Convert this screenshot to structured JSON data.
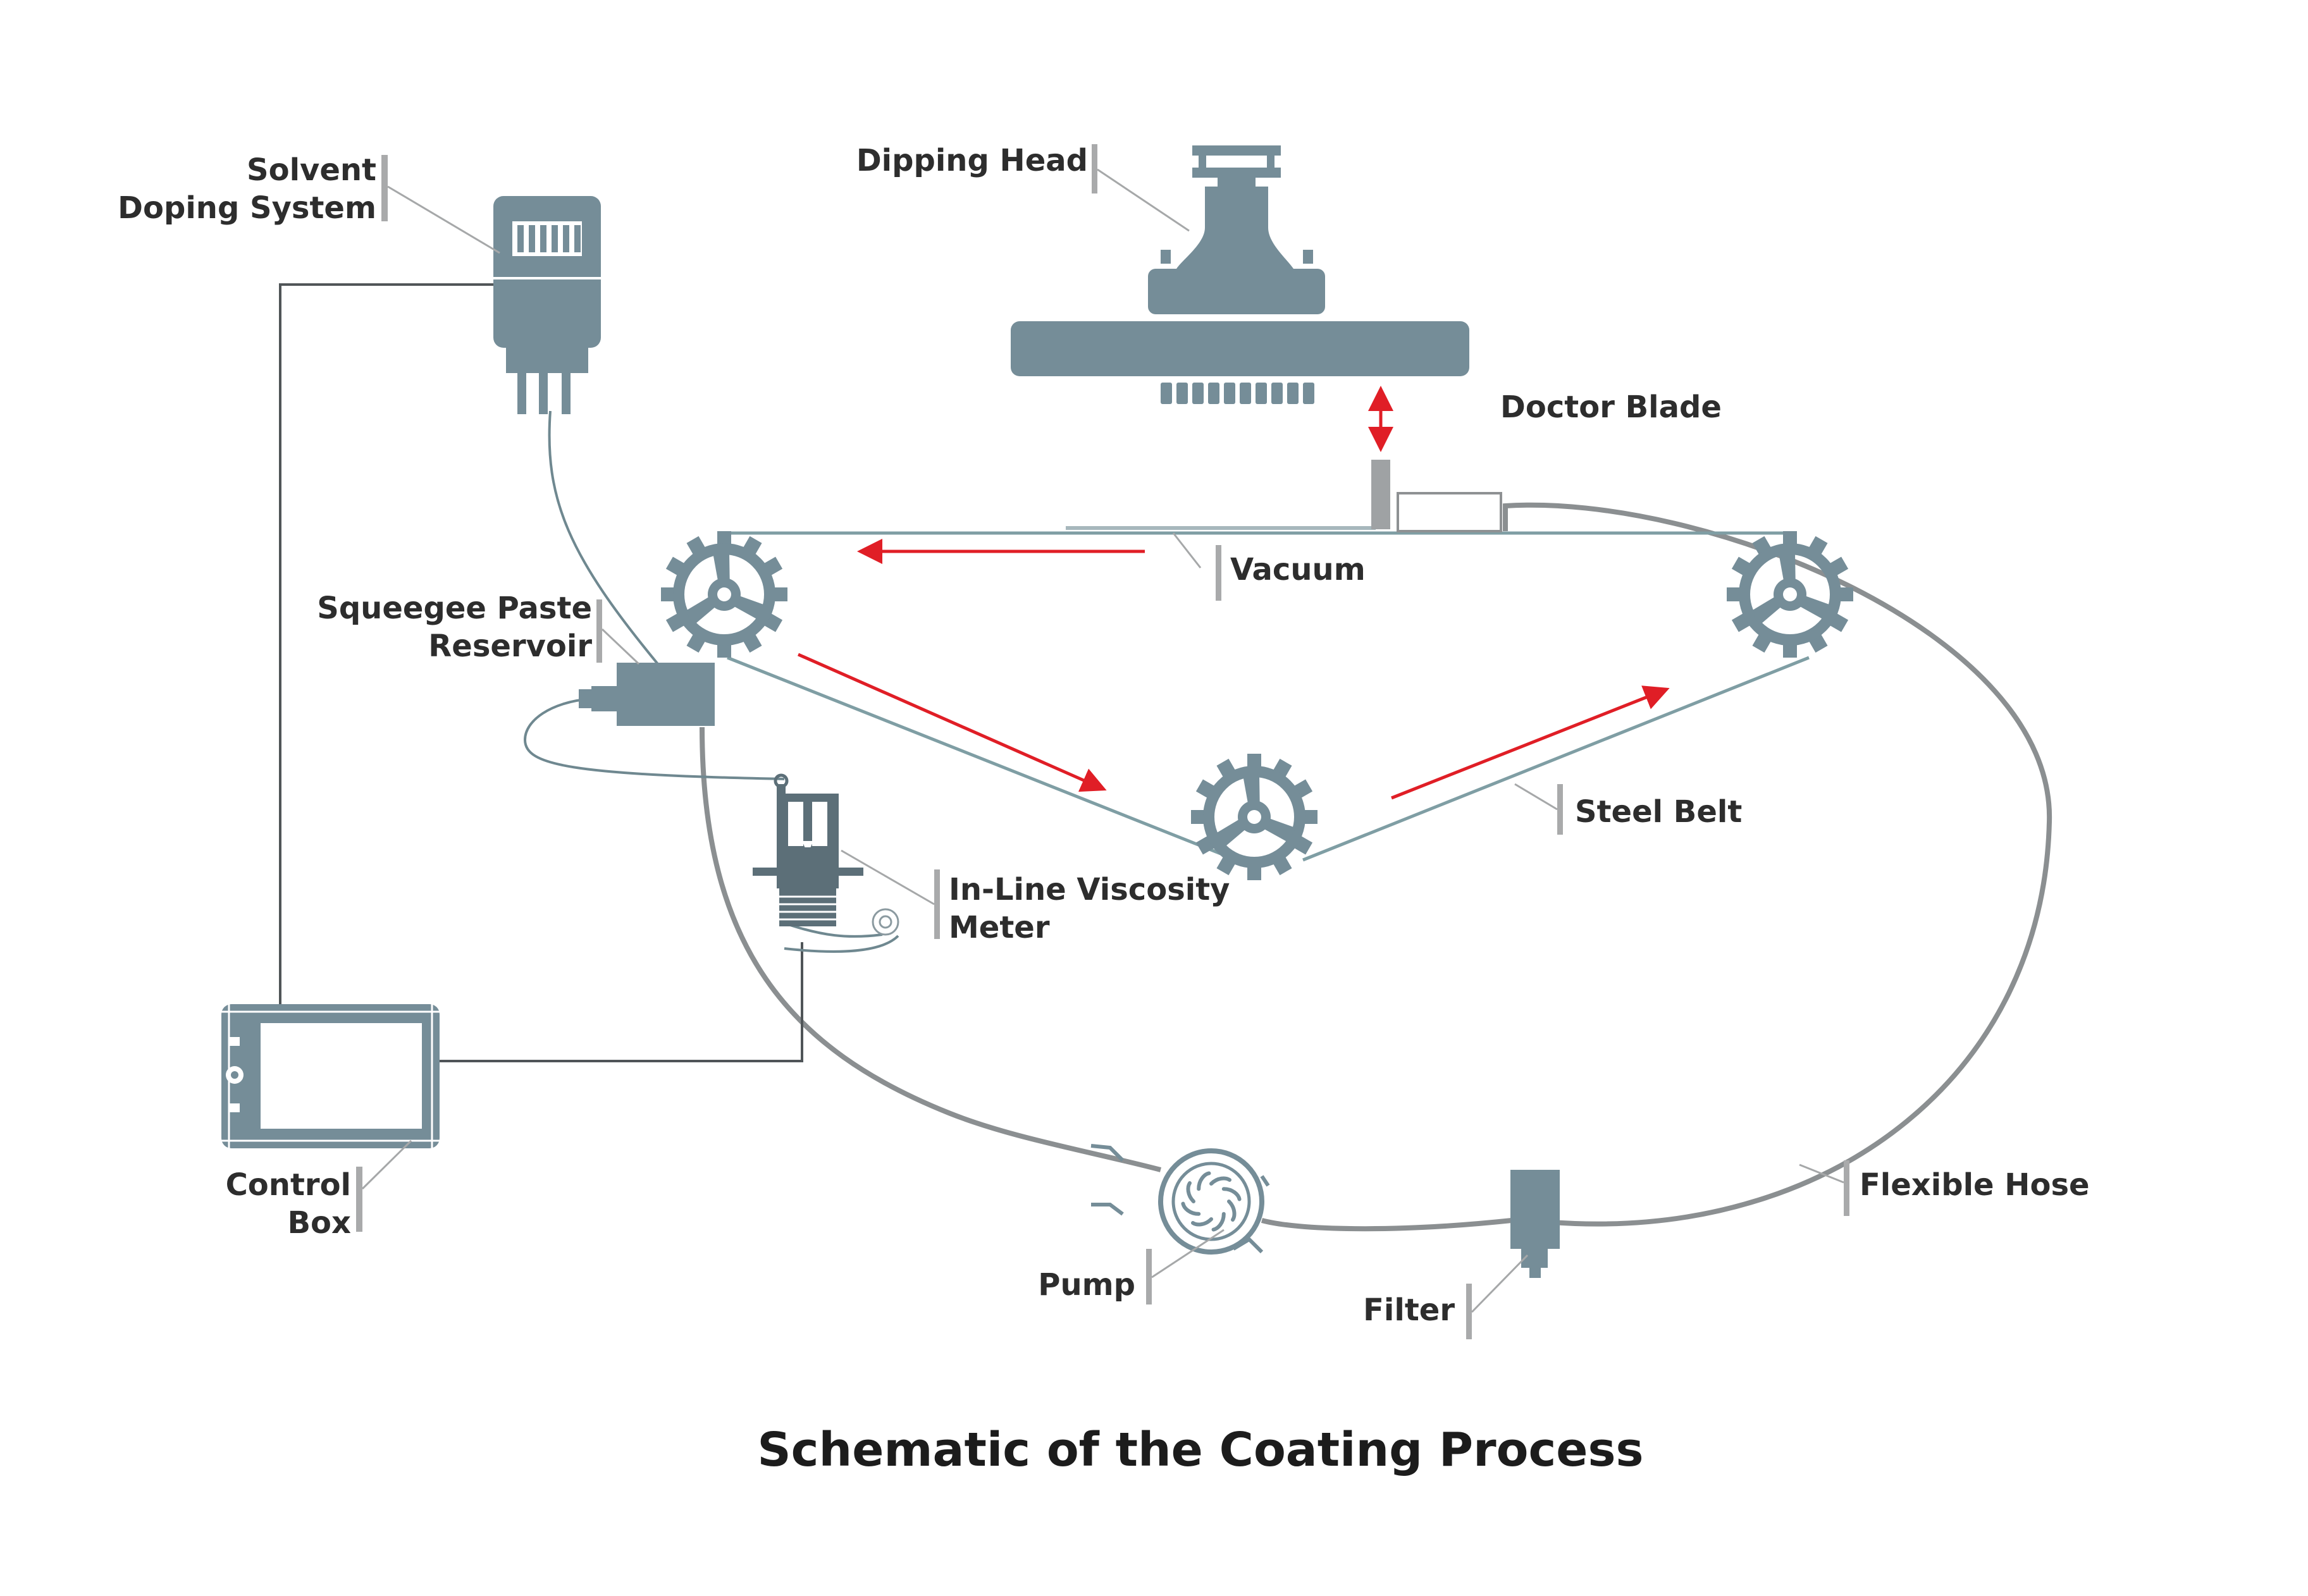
{
  "title": "Schematic of the Coating Process",
  "labels": {
    "solvent_line1": "Solvent",
    "solvent_line2": "Doping System",
    "dipping_head": "Dipping Head",
    "doctor_blade": "Doctor Blade",
    "vacuum": "Vacuum",
    "squeegee_line1": "Squeegee Paste",
    "squeegee_line2": "Reservoir",
    "steel_belt": "Steel Belt",
    "viscosity_line1": "In-Line Viscosity",
    "viscosity_line2": "Meter",
    "control_line1": "Control",
    "control_line2": "Box",
    "pump": "Pump",
    "filter": "Filter",
    "flexible_hose": "Flexible Hose"
  },
  "colors": {
    "device": "#758d98",
    "arrow": "#e01e26",
    "hose": "#8b8f91",
    "belt": "#7f9ea4",
    "text": "#2d2d2d"
  }
}
